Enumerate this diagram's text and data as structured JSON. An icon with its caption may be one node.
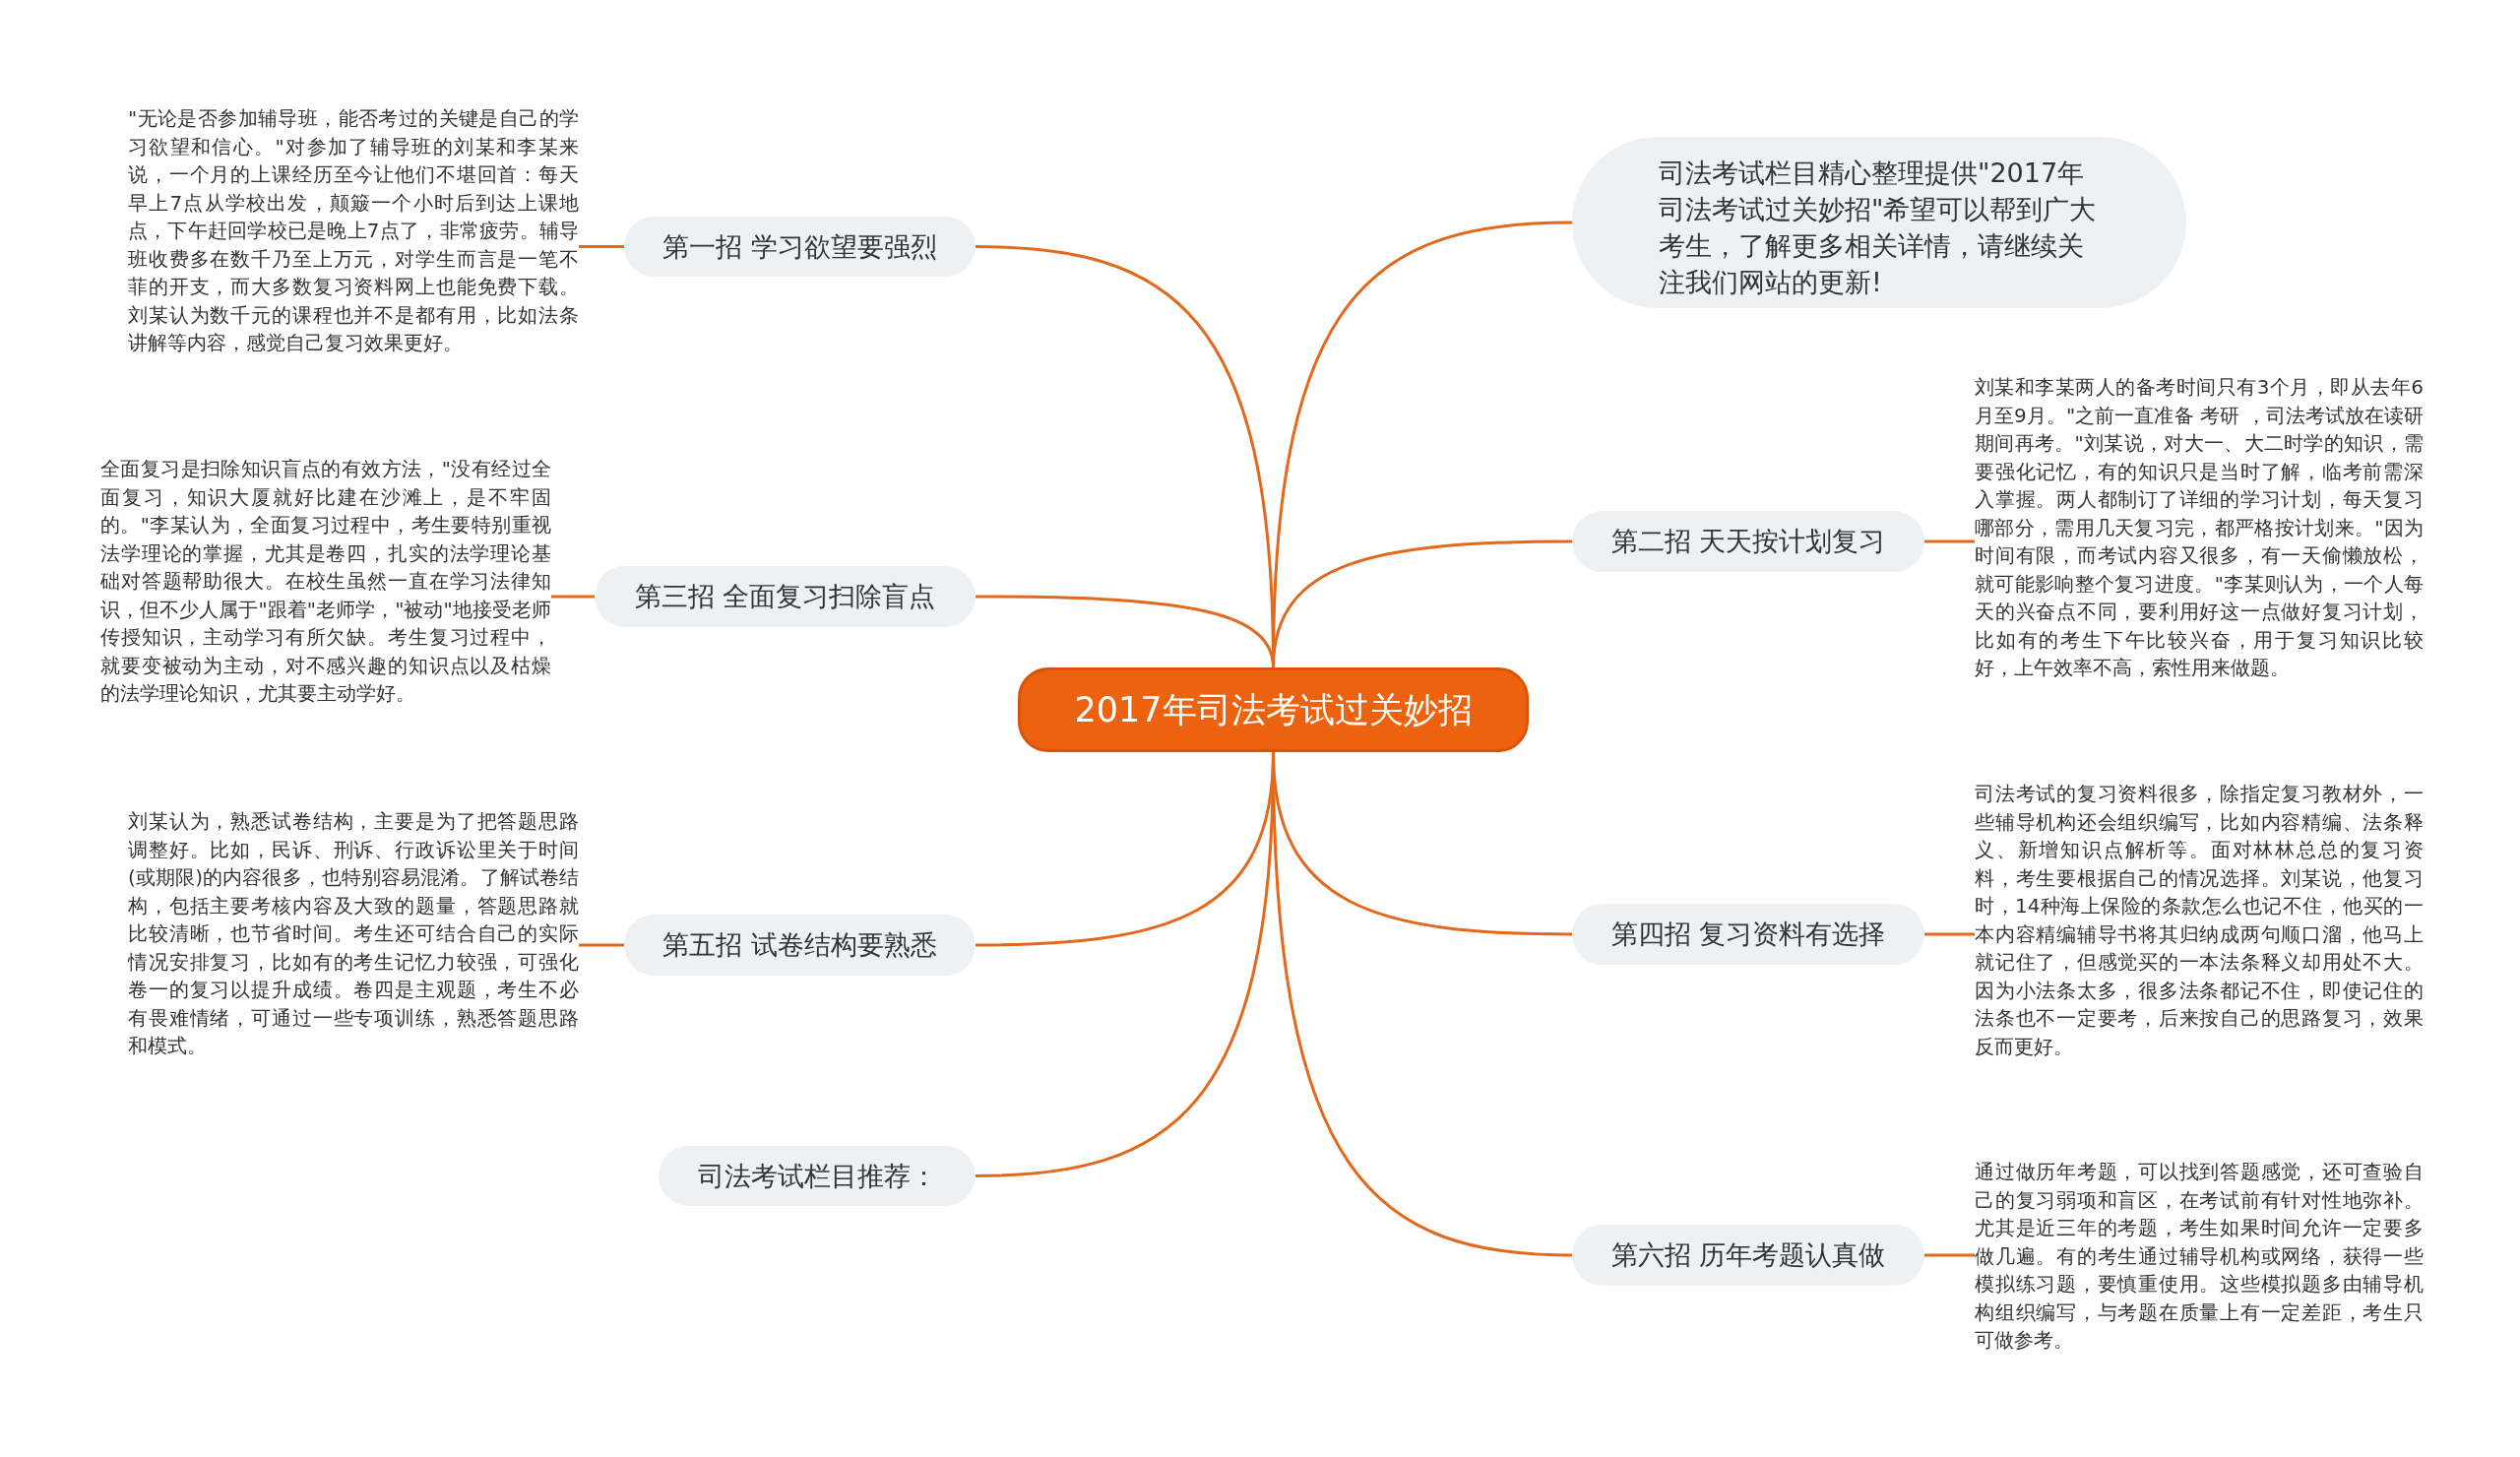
{
  "diagram": {
    "nodes": [
      {
        "text": [
          "2017年司法考试过关妙招"
        ]
      },
      {
        "text": [
          "第一招 学习欲望要强烈"
        ]
      },
      {
        "text": [
          "\"无论是否参加辅导班，能否考过的关键是自己的学习欲望和信心。\"对参加了辅导班的刘某和李某来说，一个月的上课经历至今让他们不堪回首：每天早上7点从学校出发，颠簸一个小时后到达上课地点，下午赶回学校已是晚上7点了，非常疲劳。辅导班收费多在数千乃至上万元，对学生而言是一笔不菲的开支，而大多数复习资料网上也能免费下载。刘某认为数千元的课程也并不是都有用，比如法条讲解等内容，感觉自己复习效果更好。"
        ]
      },
      {
        "text": [
          "司法考试栏目精心整理提供\"2017年司法考试过关妙招\"希望可以帮到广大考生，了解更多相关详情，请继续关注我们网站的更新!"
        ]
      },
      {
        "text": [
          "第二招 天天按计划复习"
        ]
      },
      {
        "text": [
          "刘某和李某两人的备考时间只有3个月，即从去年6月至9月。\"之前一直准备 考研 ，司法考试放在读研期间再考。\"刘某说，对大一、大二时学的知识，需要强化记忆，有的知识只是当时了解，临考前需深入掌握。两人都制订了详细的学习计划，每天复习哪部分，需用几天复习完，都严格按计划来。\"因为时间有限，而考试内容又很多，有一天偷懒放松，就可能影响整个复习进度。\"李某则认为，一个人每天的兴奋点不同，要利用好这一点做好复习计划，比如有的考生下午比较兴奋，用于复习知识比较好，上午效率不高，索性用来做题。"
        ]
      },
      {
        "text": [
          "第三招 全面复习扫除盲点"
        ]
      },
      {
        "text": [
          "全面复习是扫除知识盲点的有效方法，\"没有经过全面复习，知识大厦就好比建在沙滩上，是不牢固的。\"李某认为，全面复习过程中，考生要特别重视法学理论的掌握，尤其是卷四，扎实的法学理论基础对答题帮助很大。在校生虽然一直在学习法律知识，但不少人属于\"跟着\"老师学，\"被动\"地接受老师传授知识，主动学习有所欠缺。考生复习过程中，就要变被动为主动，对不感兴趣的知识点以及枯燥的法学理论知识，尤其要主动学好。"
        ]
      },
      {
        "text": [
          "第四招 复习资料有选择"
        ]
      },
      {
        "text": [
          "司法考试的复习资料很多，除指定复习教材外，一些辅导机构还会组织编写，比如内容精编、法条释义、新增知识点解析等。面对林林总总的复习资料，考生要根据自己的情况选择。刘某说，他复习时，14种海上保险的条款怎么也记不住，他买的一本内容精编辅导书将其归纳成两句顺口溜，他马上就记住了，但感觉买的一本法条释义却用处不大。因为小法条太多，很多法条都记不住，即使记住的法条也不一定要考，后来按自己的思路复习，效果反而更好。"
        ]
      },
      {
        "text": [
          "第五招 试卷结构要熟悉"
        ]
      },
      {
        "text": [
          "刘某认为，熟悉试卷结构，主要是为了把答题思路调整好。比如，民诉、刑诉、行政诉讼里关于时间(或期限)的内容很多，也特别容易混淆。了解试卷结构，包括主要考核内容及大致的题量，答题思路就比较清晰，也节省时间。考生还可结合自己的实际情况安排复习，比如有的考生记忆力较强，可强化卷一的复习以提升成绩。卷四是主观题，考生不必有畏难情绪，可通过一些专项训练，熟悉答题思路和模式。"
        ]
      },
      {
        "text": [
          "第六招 历年考题认真做"
        ]
      },
      {
        "text": [
          "通过做历年考题，可以找到答题感觉，还可查验自己的复习弱项和盲区，在考试前有针对性地弥补。尤其是近三年的考题，考生如果时间允许一定要多做几遍。有的考生通过辅导机构或网络，获得一些模拟练习题，要慎重使用。这些模拟题多由辅导机构组织编写，与考题在质量上有一定差距，考生只可做参考。"
        ]
      },
      {
        "text": [
          "司法考试栏目推荐："
        ]
      }
    ],
    "edges": [
      {
        "from": 0,
        "to": 1,
        "arrow": "none"
      },
      {
        "from": 1,
        "to": 2,
        "arrow": "none"
      },
      {
        "from": 0,
        "to": 3,
        "arrow": "none"
      },
      {
        "from": 0,
        "to": 4,
        "arrow": "none"
      },
      {
        "from": 4,
        "to": 5,
        "arrow": "none"
      },
      {
        "from": 0,
        "to": 6,
        "arrow": "none"
      },
      {
        "from": 6,
        "to": 7,
        "arrow": "none"
      },
      {
        "from": 0,
        "to": 8,
        "arrow": "none"
      },
      {
        "from": 8,
        "to": 9,
        "arrow": "none"
      },
      {
        "from": 0,
        "to": 10,
        "arrow": "none"
      },
      {
        "from": 10,
        "to": 11,
        "arrow": "none"
      },
      {
        "from": 0,
        "to": 12,
        "arrow": "none"
      },
      {
        "from": 12,
        "to": 13,
        "arrow": "none"
      },
      {
        "from": 0,
        "to": 14,
        "arrow": "none"
      }
    ]
  }
}
